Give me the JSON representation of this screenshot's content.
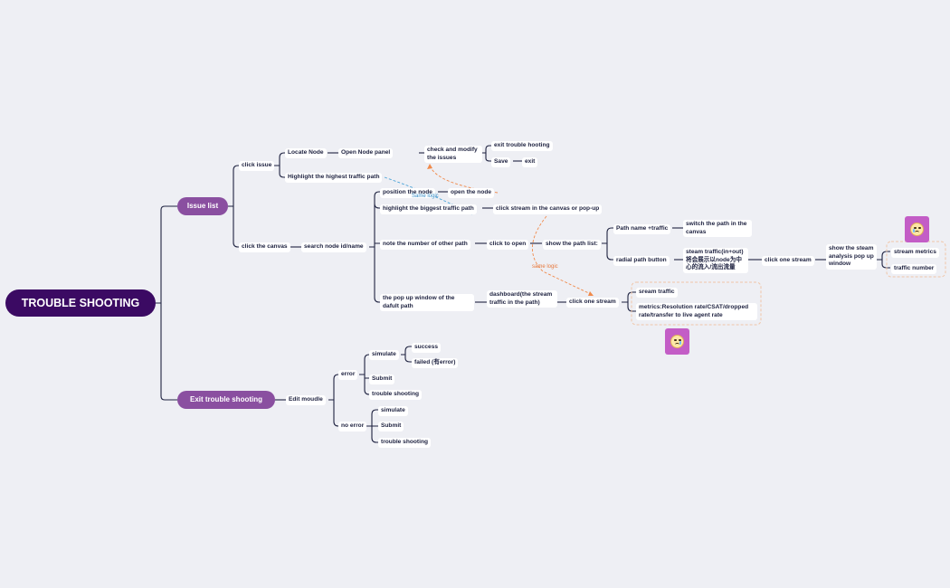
{
  "colors": {
    "background": "#eeeff4",
    "root": "#3b0a63",
    "main_node": "#8a4fa0",
    "connector": "#1e2240",
    "dashed_blue": "#4aa3d8",
    "dashed_orange": "#f08a4b",
    "boundary": "#f0c6a8"
  },
  "root": {
    "label": "TROUBLE SHOOTING"
  },
  "main": {
    "issue_list": "Issue list",
    "exit_trouble": "Exit trouble shooting"
  },
  "issue": {
    "click_issue": "click issue",
    "locate_node": "Locate Node",
    "open_node_panel": "Open Node panel",
    "check_modify": "check and modify the issues",
    "exit_troubleshooting": "exit trouble hooting",
    "save": "Save",
    "exit": "exit",
    "highlight_highest": "Highlight the highest traffic path",
    "click_canvas": "click the canvas",
    "search_node": "search node id/name",
    "position_node": "position the node",
    "open_node": "open the node",
    "highlight_biggest": "highlight the biggest traffic path",
    "click_stream_canvas": "click stream in the canvas or pop-up",
    "note_number": "note the number of other path",
    "click_to_open": "click to open",
    "show_path_list": "show the path list:",
    "path_name": "Path name +traffic",
    "switch_path": "switch the path in the canvas",
    "radial_path": "radial path button",
    "steam_traffic": "steam traffic(in+out) 将会展示以node为中心的流入/流出流量",
    "click_one_stream_1": "click one stream",
    "show_steam_analysis": "show the steam analysis pop up window",
    "stream_metrics": "stream metrics",
    "traffic_number": "traffic number",
    "popup_default": "the pop up window of the dafult path",
    "dashboard": "dashboard(the stream traffic in the path)",
    "click_one_stream_2": "click one stream",
    "sream_traffic": "sream traffic",
    "metrics_detail": "metrics:Resolution rate/CSAT/dropped rate/transfer to live agent rate"
  },
  "labels": {
    "same_logic_blue": "Same logic",
    "same_logic_orange": "same logic"
  },
  "exit": {
    "edit_module": "Edit moudle",
    "error": "error",
    "simulate": "simulate",
    "success": "success",
    "failed": "failed (有error)",
    "submit": "Submit",
    "trouble_shooting": "trouble shooting",
    "no_error": "no error",
    "simulate_2": "simulate",
    "submit_2": "Submit",
    "trouble_shooting_2": "trouble shooting"
  },
  "stickers": [
    "crying-face-icon",
    "crying-face-icon"
  ]
}
